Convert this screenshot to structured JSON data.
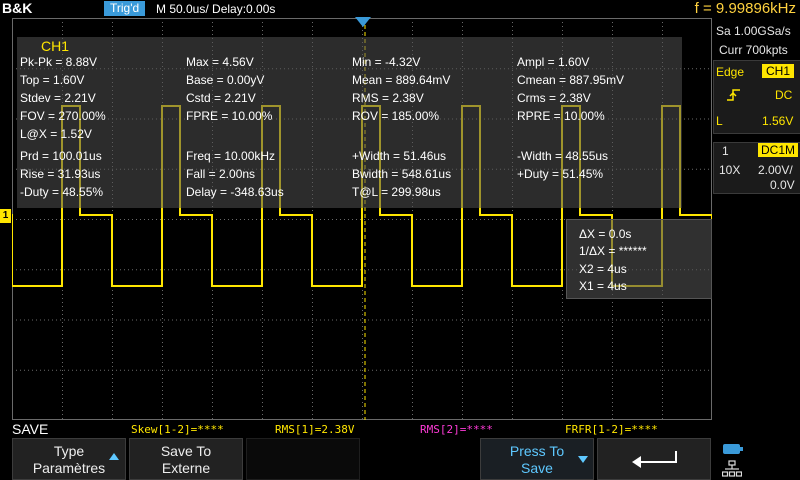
{
  "topbar": {
    "brand": "B&K",
    "trig_status": "Trig'd",
    "timebase": "M 50.0us/  Delay:0.00s",
    "frequency": "f = 9.99896kHz"
  },
  "measurements": {
    "title": "CH1",
    "rows": [
      [
        "Pk-Pk = 8.88V",
        "Max = 4.56V",
        "Min = -4.32V",
        "Ampl = 1.60V"
      ],
      [
        "Top = 1.60V",
        "Base = 0.00yV",
        "Mean = 889.64mV",
        "Cmean = 887.95mV"
      ],
      [
        "Stdev = 2.21V",
        "Cstd = 2.21V",
        "RMS = 2.38V",
        "Crms = 2.38V"
      ],
      [
        "FOV = 270.00%",
        "FPRE = 10.00%",
        "ROV = 185.00%",
        "RPRE = 10.00%"
      ],
      [
        "L@X = 1.52V",
        "",
        "",
        ""
      ],
      [
        "Prd = 100.01us",
        "Freq = 10.00kHz",
        "+Width = 51.46us",
        "-Width = 48.55us"
      ],
      [
        "Rise = 31.93us",
        "Fall = 2.00ns",
        "Bwidth = 548.61us",
        "+Duty = 51.45%"
      ],
      [
        "-Duty = 48.55%",
        "Delay = -348.63us",
        "T@L = 299.98us",
        ""
      ]
    ]
  },
  "cursor": {
    "dx": "ΔX = 0.0s",
    "inv_dx": "1/ΔX = ******",
    "x2": "X2 = 4us",
    "x1": "X1 = 4us"
  },
  "right_panel": {
    "sample_rate": "Sa 1.00GSa/s",
    "memory": "Curr 700kpts",
    "trigger_type": "Edge",
    "trigger_source": "CH1",
    "trigger_coupling": "DC",
    "trigger_mode": "L",
    "trigger_level": "1.56V",
    "ch_number": "1",
    "ch_coupling": "DC1M",
    "probe": "10X",
    "scale": "2.00V/",
    "offset": "0.0V"
  },
  "status_line": {
    "menu": "SAVE",
    "skew": "Skew[1-2]=****",
    "rms1": "RMS[1]=2.38V",
    "rms2": "RMS[2]=****",
    "frfr": "FRFR[1-2]=****"
  },
  "softkeys": [
    {
      "line1": "Type",
      "line2": "Paramètres"
    },
    {
      "line1": "Save To",
      "line2": "Externe"
    },
    {
      "line1": "",
      "line2": ""
    },
    {
      "line1": "Press To",
      "line2": "Save"
    },
    {
      "line1": "",
      "line2": ""
    }
  ],
  "channel_marker": "1",
  "colors": {
    "ch1": "#ffe600",
    "ch2": "#ff3bd8",
    "accent": "#3a9ad9",
    "grid": "#6a6a6a"
  }
}
